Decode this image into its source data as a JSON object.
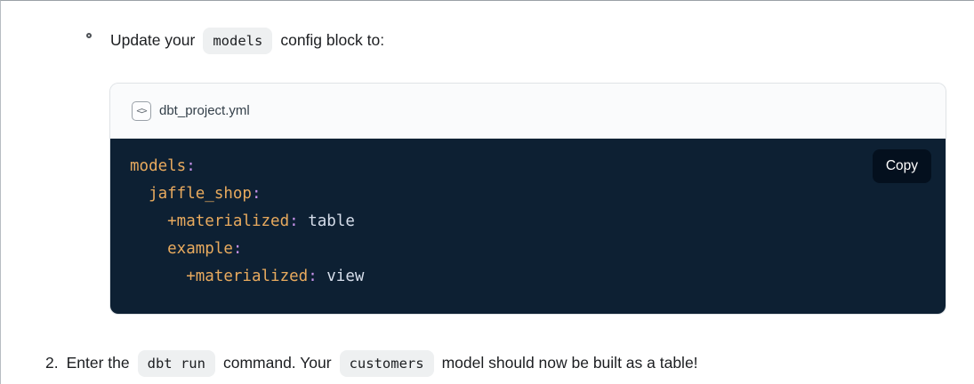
{
  "list_item": {
    "prefix": "Update your",
    "inline_code": "models",
    "suffix": "config block to:"
  },
  "code_block": {
    "filename": "dbt_project.yml",
    "icon_glyph": "<>",
    "copy_label": "Copy",
    "lines": [
      {
        "key": "models",
        "punct": ":",
        "value": ""
      },
      {
        "key": "  jaffle_shop",
        "punct": ":",
        "value": ""
      },
      {
        "key": "    +materialized",
        "punct": ":",
        "value": " table"
      },
      {
        "key": "    example",
        "punct": ":",
        "value": ""
      },
      {
        "key": "      +materialized",
        "punct": ":",
        "value": " view"
      }
    ]
  },
  "step_item": {
    "number": "2.",
    "prefix": "Enter the",
    "inline_code_1": "dbt run",
    "middle": "command. Your",
    "inline_code_2": "customers",
    "suffix": "model should now be built as a table!"
  },
  "colors": {
    "code_background": "#0d2033",
    "code_key": "#e8aa5e",
    "code_punctuation": "#c792ea",
    "code_value": "#d6deeb",
    "copy_button_background": "#04101e",
    "inline_code_background": "#eef0f1",
    "title_bar_background": "#fafbfc",
    "card_border": "#dfe3e6",
    "body_text": "#1c1e21"
  }
}
